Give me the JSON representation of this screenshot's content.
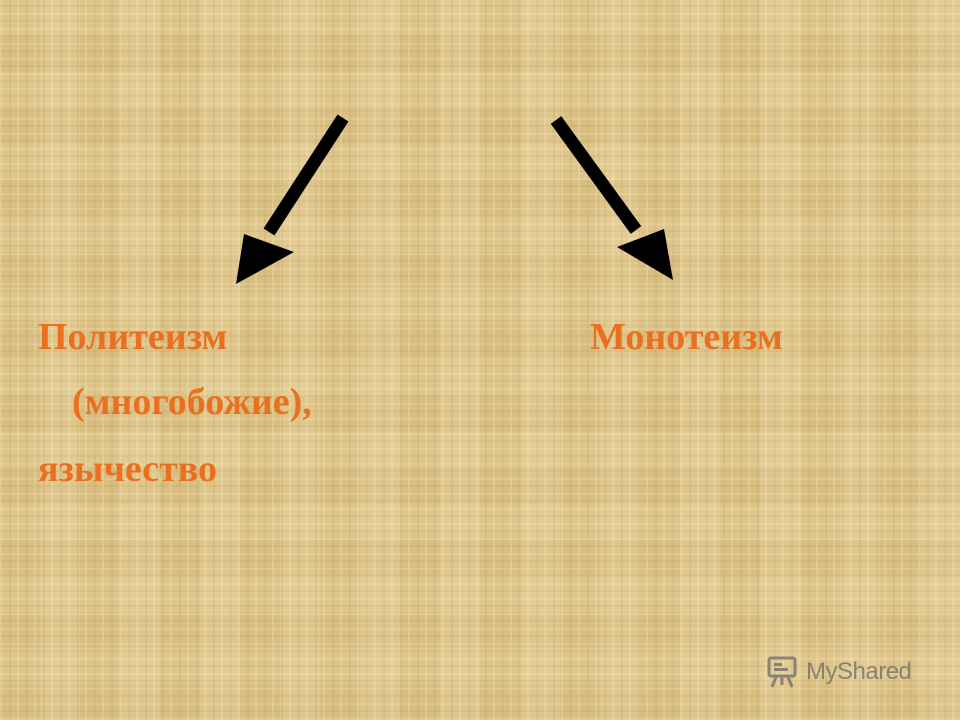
{
  "slide": {
    "left": {
      "line1": "Политеизм",
      "line2": "(многобожие),",
      "line3": "язычество"
    },
    "right": {
      "label": "Монотеизм"
    }
  },
  "watermark": {
    "text": "MyShared",
    "icon": "projector-icon"
  },
  "colors": {
    "background": "#e2c98c",
    "text": "#e8701e",
    "arrows": "#000000",
    "watermark": "#6b6b6b"
  }
}
